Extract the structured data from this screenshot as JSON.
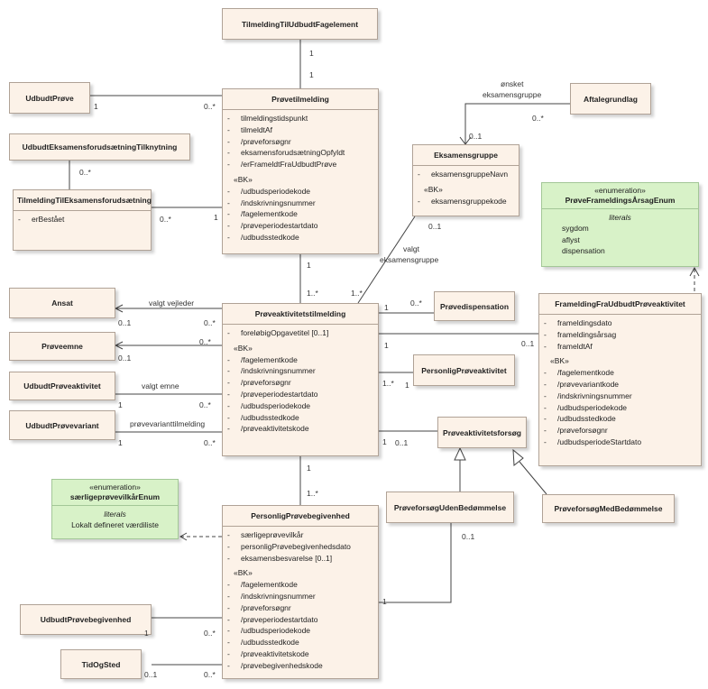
{
  "classes": {
    "tilmelding_til_udbudt_fagelement": "TilmeldingTilUdbudtFagelement",
    "udbudt_proeve": "UdbudtPrøve",
    "udbudt_eksamensforudsaetning_tilknytning": "UdbudtEksamensforudsætningTilknytning",
    "aftalegrundlag": "Aftalegrundlag",
    "ansat": "Ansat",
    "proeveemne": "Prøveemne",
    "udbudt_proeveaktivitet": "UdbudtPrøveaktivitet",
    "udbudt_proevevariant": "UdbudtPrøvevariant",
    "proevedispensation": "Prøvedispensation",
    "personlig_proeveaktivitet": "PersonligPrøveaktivitet",
    "proeveaktivitetsforsoeg": "Prøveaktivitetsforsøg",
    "proeveforsoeg_uden_bedoemmelse": "PrøveforsøgUdenBedømmelse",
    "proeveforsoeg_med_bedoemmelse": "PrøveforsøgMedBedømmelse",
    "udbudt_proevebegivenhed": "UdbudtPrøvebegivenhed",
    "tid_og_sted": "TidOgSted"
  },
  "proevetilmelding": {
    "title": "Prøvetilmelding",
    "vis": "-",
    "attrs": [
      "tilmeldingstidspunkt",
      "tilmeldtAf",
      "/prøveforsøgnr",
      "eksamensforudsætningOpfyldt",
      "/erFrameldtFraUdbudtPrøve"
    ],
    "bk": "«BK»",
    "bk_attrs": [
      "/udbudsperiodekode",
      "/indskrivningsnummer",
      "/fagelementkode",
      "/prøveperiodestartdato",
      "/udbudsstedkode"
    ]
  },
  "tilmelding_eksamensforudsaetning": {
    "title": "TilmeldingTilEksamensforudsætning",
    "vis": "-",
    "attrs": [
      "erBestået"
    ]
  },
  "eksamensgruppe": {
    "title": "Eksamensgruppe",
    "vis": "-",
    "attrs": [
      "eksamensgruppeNavn"
    ],
    "bk": "«BK»",
    "bk_attrs": [
      "eksamensgruppekode"
    ]
  },
  "proeveaktivitetstilmelding": {
    "title": "Prøveaktivitetstilmelding",
    "vis": "-",
    "attrs": [
      "foreløbigOpgavetitel [0..1]"
    ],
    "bk": "«BK»",
    "bk_attrs": [
      "/fagelementkode",
      "/indskrivningsnummer",
      "/prøveforsøgnr",
      "/prøveperiodestartdato",
      "/udbudsperiodekode",
      "/udbudsstedkode",
      "/prøveaktivitetskode"
    ]
  },
  "framelding": {
    "title": "FrameldingFraUdbudtPrøveaktivitet",
    "vis": "-",
    "attrs": [
      "frameldingsdato",
      "frameldingsårsag",
      "frameldtAf"
    ],
    "bk": "«BK»",
    "bk_attrs": [
      "/fagelementkode",
      "/prøvevariantkode",
      "/indskrivningsnummer",
      "/udbudsperiodekode",
      "/udbudsstedkode",
      "/prøveforsøgnr",
      "/udbudsperiodeStartdato"
    ]
  },
  "personlig_proevebegivenhed": {
    "title": "PersonligPrøvebegivenhed",
    "vis": "-",
    "attrs": [
      "særligeprøvevilkår",
      "personligPrøvebegivenhedsdato",
      "eksamensbesvarelse [0..1]"
    ],
    "bk": "«BK»",
    "bk_attrs": [
      "/fagelementkode",
      "/indskrivningsnummer",
      "/prøveforsøgnr",
      "/prøveperiodestartdato",
      "/udbudsperiodekode",
      "/udbudsstedkode",
      "/prøveaktivitetskode",
      "/prøvebegivenhedskode"
    ]
  },
  "enum_framelding": {
    "stereotype": "«enumeration»",
    "name": "PrøveFrameldingsÅrsagEnum",
    "literals_title": "literals",
    "literals": [
      "sygdom",
      "aflyst",
      "dispensation"
    ]
  },
  "enum_saerlige": {
    "stereotype": "«enumeration»",
    "name": "særligeprøvevilkårEnum",
    "literals_title": "literals",
    "literals": [
      "Lokalt defineret værdiliste"
    ]
  },
  "labels": {
    "m_fagelement_top": "1",
    "m_fagelement_bottom": "1",
    "m_udbudtproeve_left": "1",
    "m_udbudtproeve_right": "0..*",
    "m_tilknytning": "0..*",
    "m_tiltileks_right": "0..*",
    "m_tiltileks_left": "1",
    "oensket": "ønsket",
    "oensket2": "eksamensgruppe",
    "m_eksgr_top": "0..1",
    "m_aftale": "0..*",
    "m_eksgr_bottom": "0..1",
    "valgt_eks": "valgt",
    "valgt_eks2": "eksamensgruppe",
    "m_pt_bottom": "1",
    "m_pat_top1": "1..*",
    "m_pat_top2": "1..*",
    "valgt_vejleder": "valgt vejleder",
    "m_ansat_left": "0..1",
    "m_ansat_right": "0..*",
    "m_emne_right": "0..*",
    "m_emne_left": "0..1",
    "valgt_emne": "valgt emne",
    "m_upa_left": "1",
    "m_upa_right": "0..*",
    "proevevariant_lbl": "prøvevarianttilmelding",
    "m_upv_left": "1",
    "m_upv_right": "0..*",
    "m_disp_left": "1",
    "m_disp_right": "0..*",
    "m_fram_left": "1",
    "m_fram_right": "0..1",
    "m_ppa_left": "1..*",
    "m_ppa_right": "1",
    "m_forsoeg_left": "1",
    "m_forsoeg_right": "0..1",
    "m_pat_bottom": "1",
    "m_ppb_top": "1..*",
    "m_uden_bottom": "0..1",
    "m_ppb_right": "1",
    "m_upb_left": "1",
    "m_upb_right": "0..*",
    "m_tos_left": "0..1",
    "m_tos_right": "0..*"
  }
}
